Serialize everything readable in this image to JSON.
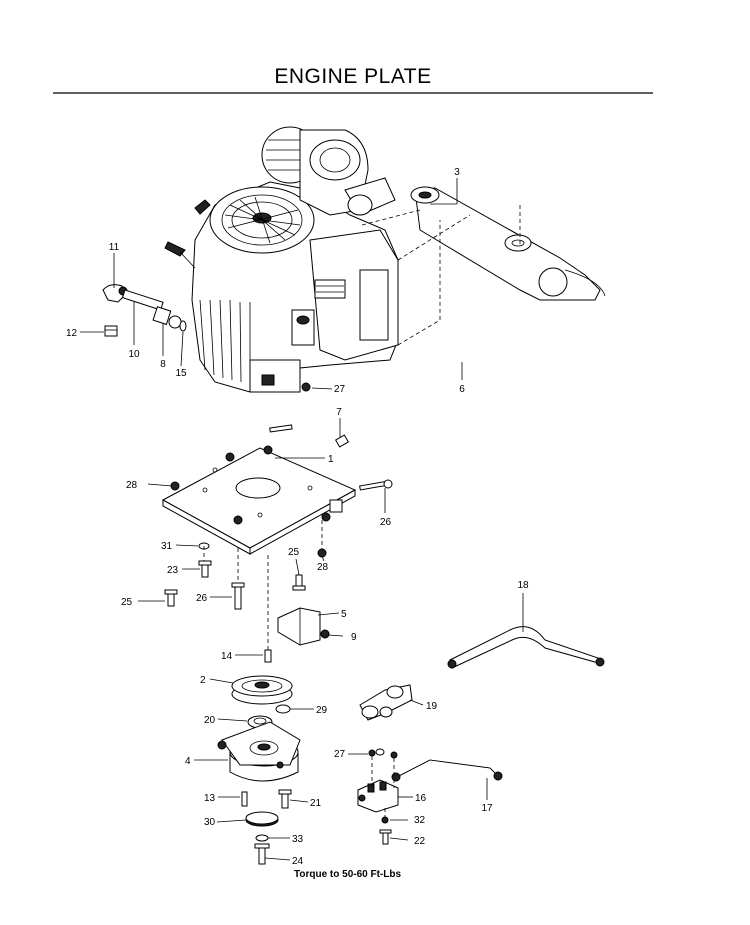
{
  "title": "ENGINE PLATE",
  "note": "Torque to 50-60 Ft-Lbs",
  "callouts": {
    "c1": "1",
    "c2": "2",
    "c3": "3",
    "c4": "4",
    "c5": "5",
    "c6": "6",
    "c7": "7",
    "c8": "8",
    "c9": "9",
    "c10": "10",
    "c11": "11",
    "c12": "12",
    "c13": "13",
    "c14": "14",
    "c15": "15",
    "c16": "16",
    "c17": "17",
    "c18": "18",
    "c19": "19",
    "c20": "20",
    "c21": "21",
    "c22": "22",
    "c23": "23",
    "c24": "24",
    "c25a": "25",
    "c25b": "25",
    "c26a": "26",
    "c26b": "26",
    "c27a": "27",
    "c27b": "27",
    "c28a": "28",
    "c28b": "28",
    "c29": "29",
    "c30": "30",
    "c31": "31",
    "c32": "32",
    "c33": "33"
  }
}
